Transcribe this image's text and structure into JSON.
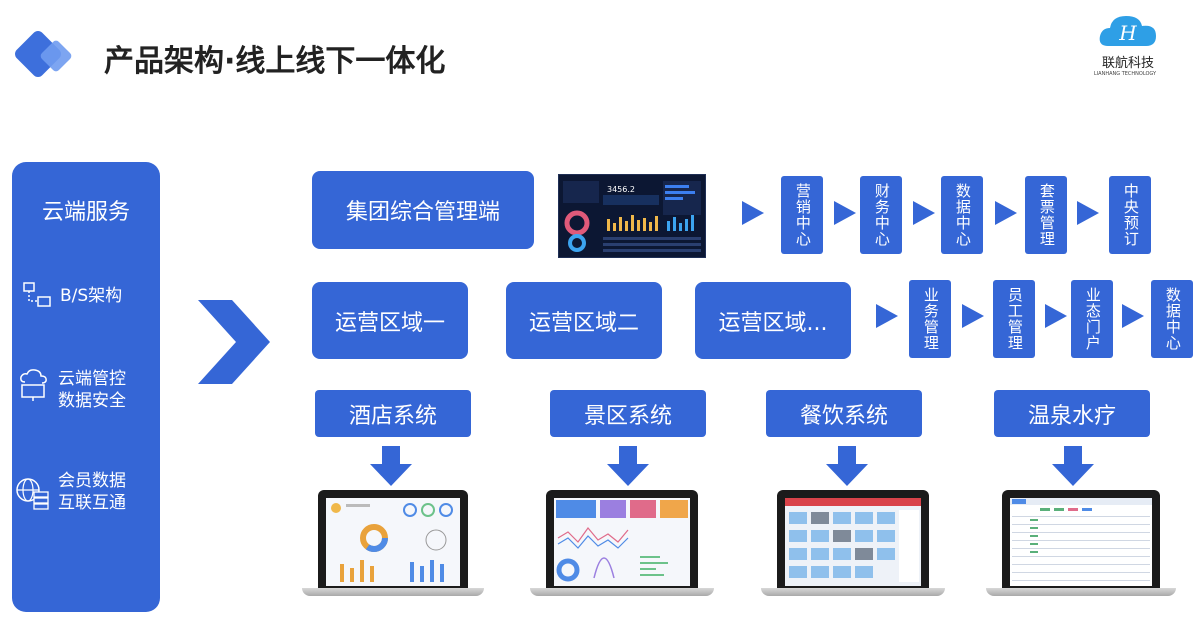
{
  "header": {
    "title": "产品架构·线上线下一体化"
  },
  "brand": {
    "name": "联航科技",
    "sub": "LIANHANG TECHNOLOGY",
    "logo_letter": "H"
  },
  "sidebar": {
    "title": "云端服务",
    "items": [
      {
        "icon": "network-icon",
        "label": "B/S架构"
      },
      {
        "icon": "cloud-monitor-icon",
        "line1": "云端管控",
        "line2": "数据安全"
      },
      {
        "icon": "globe-server-icon",
        "line1": "会员数据",
        "line2": "互联互通"
      }
    ]
  },
  "group": {
    "label": "集团综合管理端",
    "dashboard_number": "3456.2",
    "modules": [
      "营销中心",
      "财务中心",
      "数据中心",
      "套票管理",
      "中央预订"
    ]
  },
  "regions": {
    "labels": [
      "运营区域一",
      "运营区域二",
      "运营区域..."
    ],
    "modules": [
      "业务管理",
      "员工管理",
      "业态门户",
      "数据中心"
    ]
  },
  "systems": [
    "酒店系统",
    "景区系统",
    "餐饮系统",
    "温泉水疗"
  ],
  "colors": {
    "primary": "#3566d6",
    "title": "#222222"
  }
}
